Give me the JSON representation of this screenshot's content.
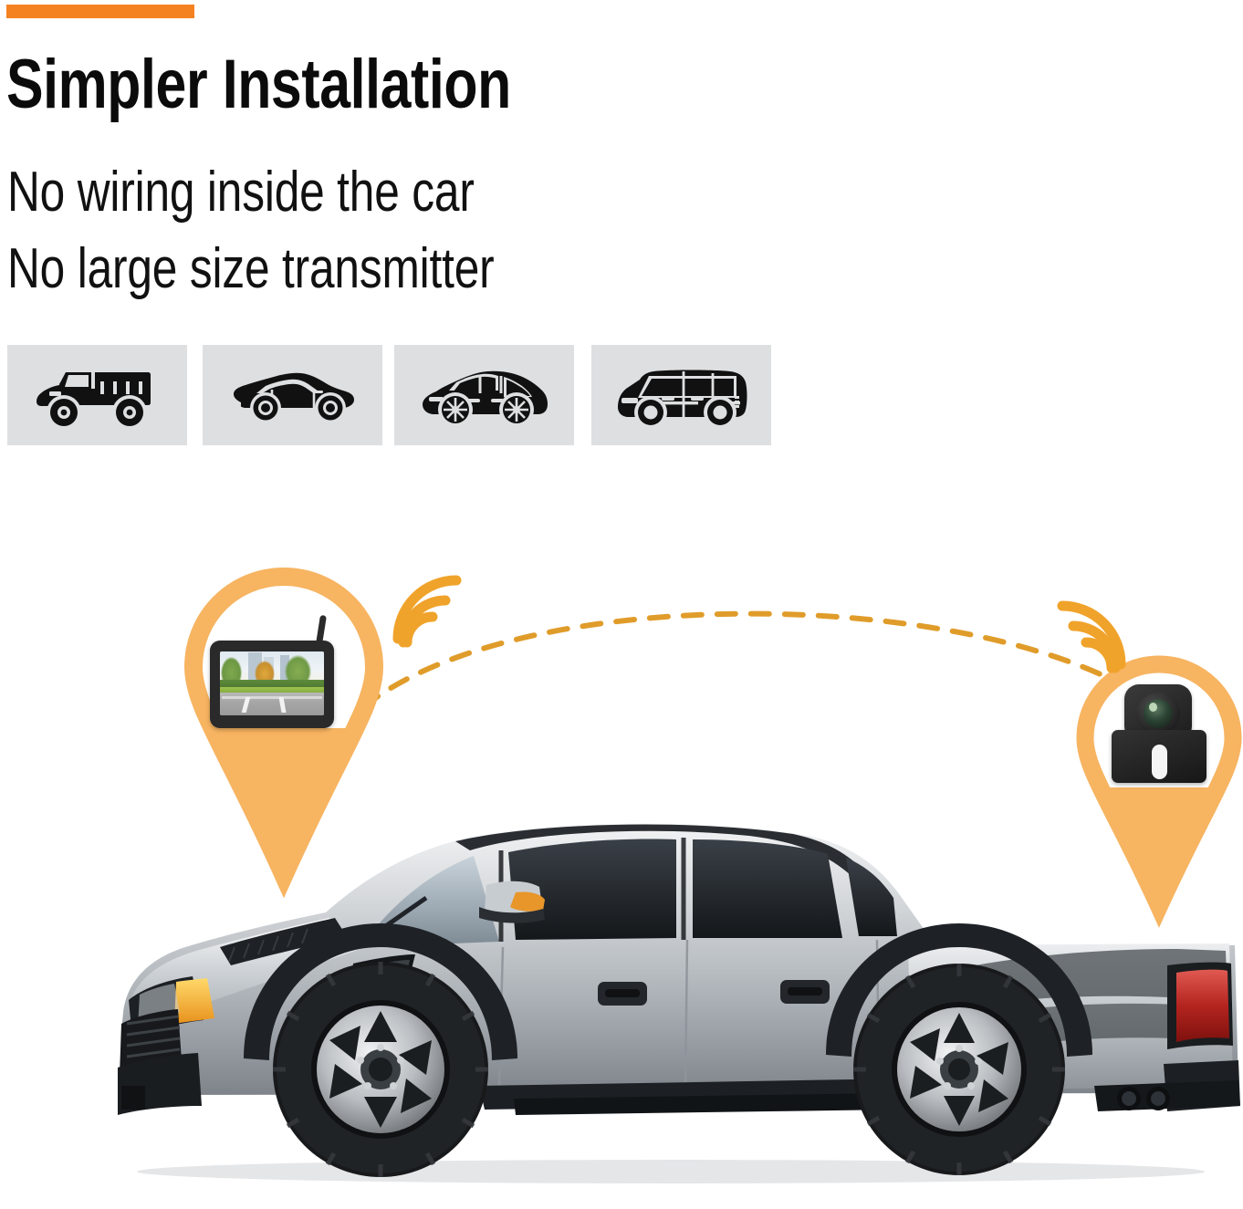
{
  "page": {
    "background": "#ffffff",
    "accent_color": "#F58220",
    "pin_color": "#F7B461",
    "wifi_color": "#F0A32B",
    "dash_color": "#E09C2A",
    "tile_bg": "#DEDFE1",
    "icon_color": "#111111"
  },
  "header": {
    "accent_bar": "",
    "title": "Simpler Installation",
    "subtitle_line_1": "No wiring inside the car",
    "subtitle_line_2": "No large size transmitter"
  },
  "vehicle_icons": [
    {
      "name": "pickup-truck-icon",
      "label": "Pickup Truck"
    },
    {
      "name": "sports-car-icon",
      "label": "Sports Car"
    },
    {
      "name": "suv-icon",
      "label": "SUV"
    },
    {
      "name": "van-icon",
      "label": "Van"
    }
  ],
  "diagram": {
    "monitor": {
      "name": "wireless-monitor",
      "label": "Wireless Monitor",
      "screen_scene": "Parking lot view with trees and buildings"
    },
    "camera": {
      "name": "backup-camera",
      "label": "Wireless Backup Camera"
    },
    "wifi_left": {
      "name": "wifi-signal-icon",
      "label": "Wireless signal"
    },
    "wifi_right": {
      "name": "wifi-signal-icon",
      "label": "Wireless signal"
    },
    "connection": {
      "name": "wireless-link",
      "label": "Wireless connection"
    },
    "vehicle": {
      "name": "pickup-truck-photo",
      "label": "Pickup truck"
    }
  }
}
